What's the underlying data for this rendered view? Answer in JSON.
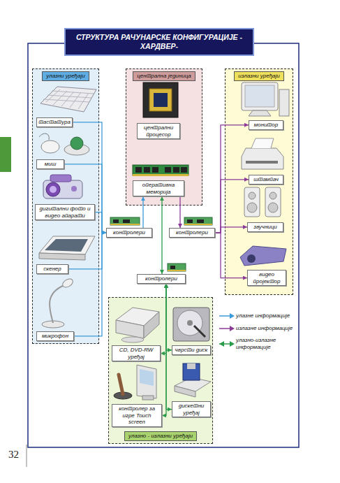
{
  "diagram": {
    "title": "СТРУКТУРА РАЧУНАРСКЕ КОНФИГУРАЦИЈЕ - ХАРДВЕР-",
    "nodes": [
      {
        "text": [
          "улазни уређаји"
        ]
      },
      {
        "text": [
          "тастатура"
        ],
        "in": 0
      },
      {
        "text": [
          "миш"
        ],
        "in": 0
      },
      {
        "text": [
          "дигитални фото и видео апарати"
        ],
        "in": 0
      },
      {
        "text": [
          "скенер"
        ],
        "in": 0
      },
      {
        "text": [
          "микрофон"
        ],
        "in": 0
      },
      {
        "text": [
          "централна јединица"
        ]
      },
      {
        "text": [
          "централни процесор"
        ],
        "in": 6
      },
      {
        "text": [
          "оперативна меморија"
        ],
        "in": 6
      },
      {
        "text": [
          "излазни уређаји"
        ]
      },
      {
        "text": [
          "монитор"
        ],
        "in": 9
      },
      {
        "text": [
          "штампач"
        ],
        "in": 9
      },
      {
        "text": [
          "звучници"
        ],
        "in": 9
      },
      {
        "text": [
          "видео пројектор"
        ],
        "in": 9
      },
      {
        "text": [
          "контролери"
        ]
      },
      {
        "text": [
          "контролери"
        ]
      },
      {
        "text": [
          "контролери"
        ]
      },
      {
        "text": [
          "улазно - излазни уређаји"
        ]
      },
      {
        "text": [
          "CD, DVD-RW уређај"
        ],
        "in": 17
      },
      {
        "text": [
          "чврсти диск"
        ],
        "in": 17
      },
      {
        "text": [
          "контролер за игре Touch screen"
        ],
        "in": 17
      },
      {
        "text": [
          "дискетни уређај"
        ],
        "in": 17
      }
    ],
    "edges": [
      {
        "from": 1,
        "to": 14,
        "arrow": "to"
      },
      {
        "from": 2,
        "to": 14,
        "arrow": "to"
      },
      {
        "from": 3,
        "to": 14,
        "arrow": "to"
      },
      {
        "from": 4,
        "to": 14,
        "arrow": "to"
      },
      {
        "from": 5,
        "to": 14,
        "arrow": "to"
      },
      {
        "from": 14,
        "to": 8,
        "arrow": "to"
      },
      {
        "from": 8,
        "to": 15,
        "arrow": "to"
      },
      {
        "from": 15,
        "to": 10,
        "arrow": "to"
      },
      {
        "from": 15,
        "to": 11,
        "arrow": "to"
      },
      {
        "from": 15,
        "to": 12,
        "arrow": "to"
      },
      {
        "from": 15,
        "to": 13,
        "arrow": "to"
      },
      {
        "from": 8,
        "to": 16,
        "arrow": "both"
      },
      {
        "from": 16,
        "to": 18,
        "arrow": "both"
      },
      {
        "from": 16,
        "to": 19,
        "arrow": "both"
      },
      {
        "from": 16,
        "to": 20,
        "arrow": "both"
      },
      {
        "from": 16,
        "to": 21,
        "arrow": "both"
      }
    ],
    "labels": [
      "32"
    ],
    "legend": [
      {
        "text": "улазне информације"
      },
      {
        "text": "излазне информације"
      },
      {
        "text": "улазно-излазне информације"
      }
    ]
  }
}
